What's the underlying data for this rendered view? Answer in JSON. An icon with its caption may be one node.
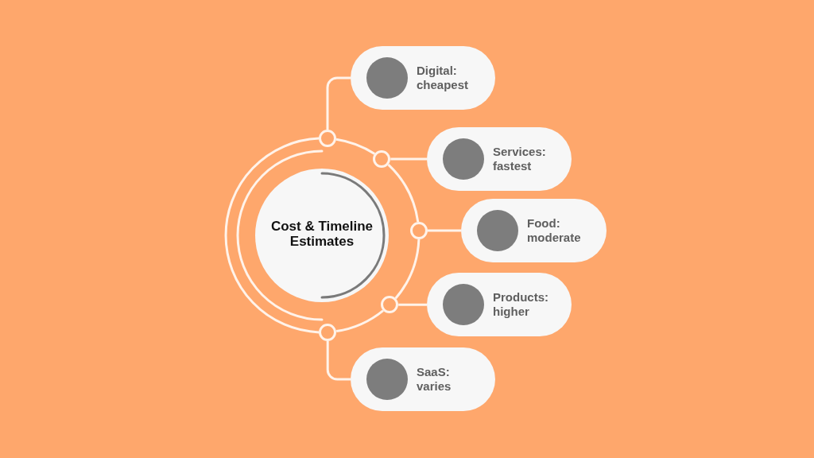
{
  "diagram": {
    "nodes": [
      {
        "text": [
          "Cost & Timeline Estimates"
        ]
      },
      {
        "text": [
          "Digital: cheapest"
        ]
      },
      {
        "text": [
          "Services: fastest"
        ]
      },
      {
        "text": [
          "Food: moderate"
        ]
      },
      {
        "text": [
          "Products: higher"
        ]
      },
      {
        "text": [
          "SaaS: varies"
        ]
      },
      {
        "text": [],
        "shape": "circle"
      },
      {
        "text": [],
        "shape": "circle"
      },
      {
        "text": [],
        "shape": "circle"
      },
      {
        "text": [],
        "shape": "circle"
      },
      {
        "text": [],
        "shape": "circle"
      }
    ],
    "edges": [
      {
        "from": 6,
        "to": 1,
        "arrow": "none"
      },
      {
        "from": 7,
        "to": 2,
        "arrow": "none"
      },
      {
        "from": 8,
        "to": 3,
        "arrow": "none"
      },
      {
        "from": 9,
        "to": 4,
        "arrow": "none"
      },
      {
        "from": 10,
        "to": 5,
        "arrow": "none"
      },
      {
        "from": 6,
        "to": 7,
        "arrow": "none"
      },
      {
        "from": 7,
        "to": 8,
        "arrow": "none"
      },
      {
        "from": 8,
        "to": 9,
        "arrow": "none"
      },
      {
        "from": 9,
        "to": 10,
        "arrow": "none"
      },
      {
        "from": 10,
        "to": 6,
        "arrow": "none"
      }
    ]
  }
}
